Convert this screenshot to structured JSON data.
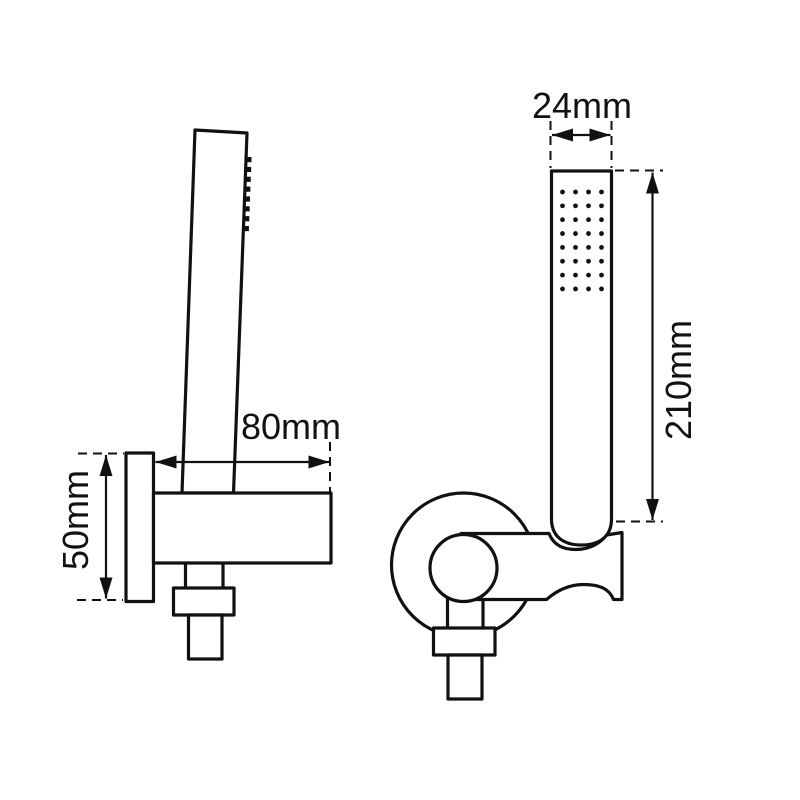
{
  "colors": {
    "line": "#111111",
    "background": "#ffffff"
  },
  "drawing_type": "hand-shower-with-wall-bracket-technical-drawing",
  "views": {
    "side": {
      "label_arm_length": "80mm",
      "label_plate_height": "50mm",
      "nozzle_ticks": 8
    },
    "front": {
      "label_head_width": "24mm",
      "label_head_length": "210mm",
      "nozzle_grid": {
        "rows": 8,
        "columns": 4
      }
    }
  }
}
